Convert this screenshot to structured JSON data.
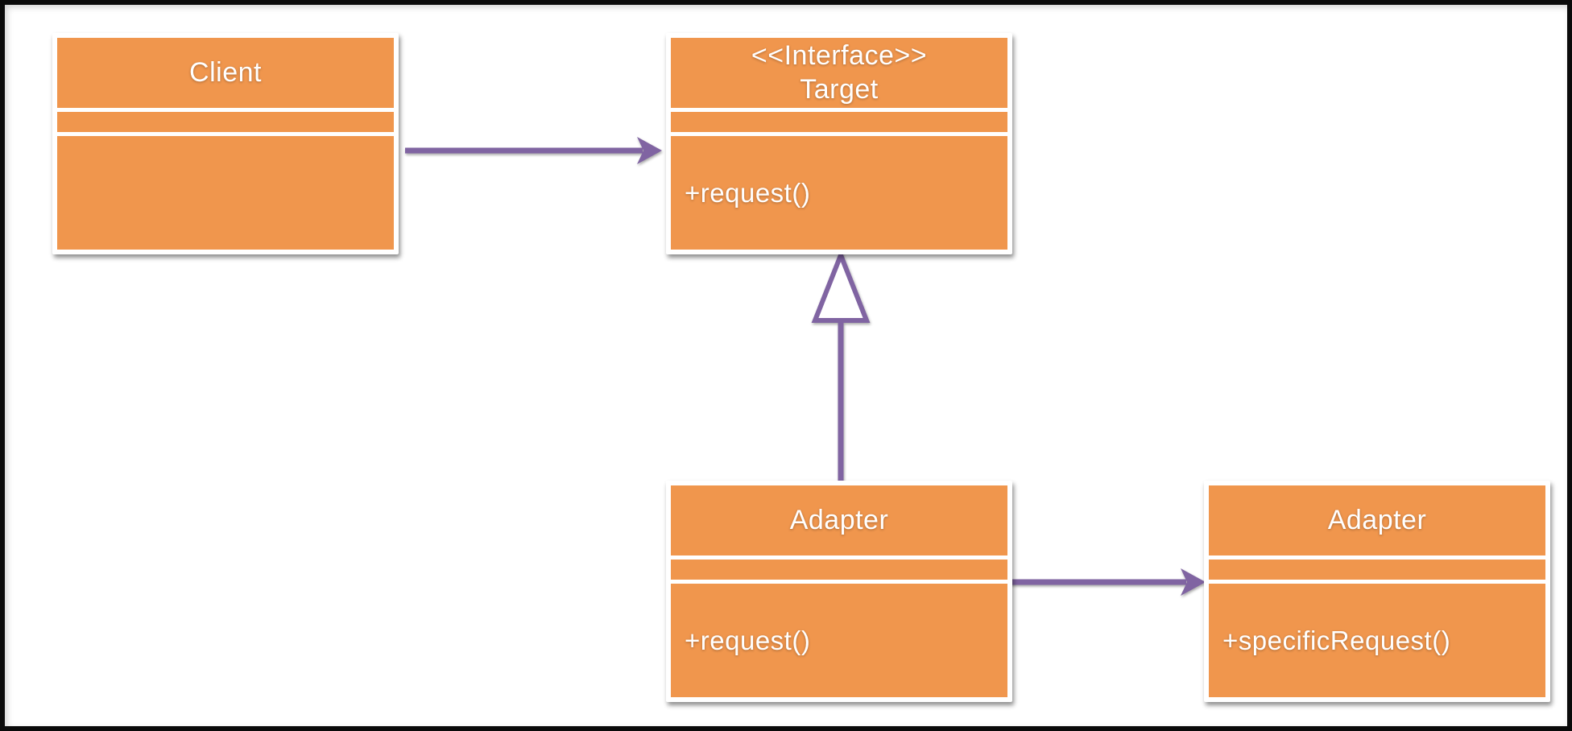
{
  "diagram": {
    "kind": "uml-class-diagram",
    "pattern": "Adapter",
    "classes": [
      {
        "id": "client",
        "stereotype": "",
        "name": "Client",
        "attributes": [],
        "methods": []
      },
      {
        "id": "target",
        "stereotype": "<<Interface>>",
        "name": "Target",
        "attributes": [],
        "methods": [
          "+request()"
        ]
      },
      {
        "id": "adapter",
        "stereotype": "",
        "name": "Adapter",
        "attributes": [],
        "methods": [
          "+request()"
        ]
      },
      {
        "id": "adaptee",
        "stereotype": "",
        "name": "Adapter",
        "attributes": [],
        "methods": [
          "+specificRequest()"
        ]
      }
    ],
    "relationships": [
      {
        "from": "client",
        "to": "target",
        "type": "directed-association"
      },
      {
        "from": "adapter",
        "to": "target",
        "type": "realization"
      },
      {
        "from": "adapter",
        "to": "adaptee",
        "type": "directed-association"
      }
    ],
    "colors": {
      "box_fill": "#F0964D",
      "box_text": "#FFFFFF",
      "arrow": "#8064A2",
      "frame": "#0A0A0A",
      "background": "#FFFFFF"
    }
  }
}
